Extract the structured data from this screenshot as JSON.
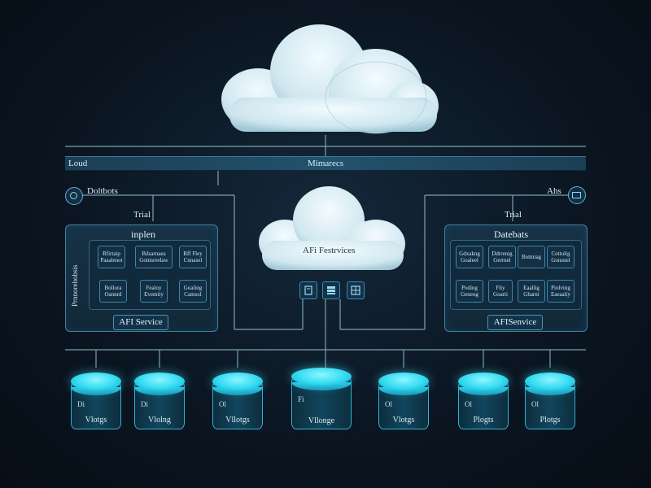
{
  "top_bar": {
    "left_label": "Loud",
    "center_label": "Mimarecs"
  },
  "left_node": {
    "label": "Doltbots",
    "icon": "circle-node-icon"
  },
  "right_node": {
    "label": "Ahs",
    "icon": "grid-node-icon"
  },
  "left_panel": {
    "tag": "Trial",
    "title": "inplen",
    "side_label": "Prnnorehobsis",
    "chips": [
      "Rfirtaip Paaalenot",
      "Bdsarnaea Gotnsreelaw",
      "Bff Fley Cnnasel",
      "Bollora Oannrd",
      "Fealoy Evemity",
      "Goaling Camsol"
    ],
    "service_button": "AFI Service"
  },
  "center_cloud": {
    "label": "AFi Festrvices",
    "icons": [
      "document-icon",
      "server-icon",
      "dashboard-icon"
    ]
  },
  "right_panel": {
    "tag": "Trial",
    "title": "Datebats",
    "chips": [
      "Gdxakng Goaleel",
      "Ddrrenig Gerrnel",
      "Botmiag",
      "Cottolig Gonsnel",
      "Poding Geneog",
      "Fliy Goarti",
      "Eaallig Gharni",
      "Piolving Eaeaaliy"
    ],
    "service_button": "AFISenvice"
  },
  "databases": [
    {
      "code": "Di",
      "name": "Vlotgs"
    },
    {
      "code": "Di",
      "name": "Vlolng"
    },
    {
      "code": "Ol",
      "name": "Vllotgs"
    },
    {
      "code": "Fi",
      "name": "Vllonge"
    },
    {
      "code": "Ol",
      "name": "Vlotgs"
    },
    {
      "code": "Ol",
      "name": "Plogts"
    },
    {
      "code": "Ol",
      "name": "Plotgs"
    }
  ],
  "colors": {
    "background": "#0b1622",
    "panel_border": "#3f7fa3",
    "line": "#8fb9cc",
    "db_glow": "#35dcf2",
    "cloud": "#d8edf4"
  }
}
